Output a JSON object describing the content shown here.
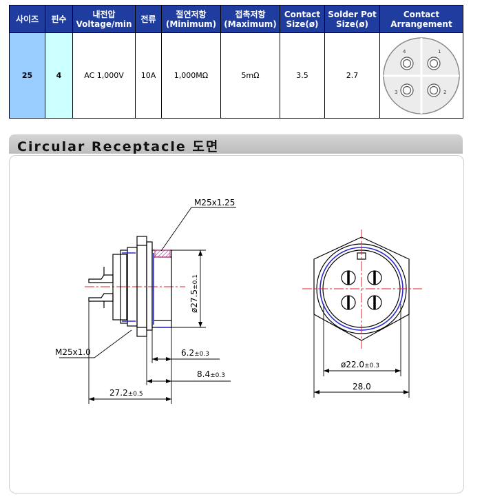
{
  "table": {
    "headers": [
      {
        "l1": "사이즈",
        "l2": ""
      },
      {
        "l1": "핀수",
        "l2": ""
      },
      {
        "l1": "내전압",
        "l2": "Voltage/min"
      },
      {
        "l1": "전류",
        "l2": ""
      },
      {
        "l1": "절연저항",
        "l2": "(Minimum)"
      },
      {
        "l1": "접촉저항",
        "l2": "(Maximum)"
      },
      {
        "l1": "Contact",
        "l2": "Size(ø)"
      },
      {
        "l1": "Solder Pot",
        "l2": "Size(ø)"
      },
      {
        "l1": "Contact",
        "l2": "Arrangement"
      }
    ],
    "row": {
      "size": "25",
      "pins": "4",
      "voltage": "AC 1,000V",
      "current": "10A",
      "insulation": "1,000MΩ",
      "contact_resistance": "5mΩ",
      "contact_size": "3.5",
      "solder_pot_size": "2.7"
    },
    "arrangement_labels": [
      "1",
      "2",
      "3",
      "4"
    ]
  },
  "section_title": "Circular Receptacle 도면",
  "drawing": {
    "dims": {
      "thread_top": "M25x1.25",
      "thread_bottom": "M25x1.0",
      "dia_27_5": "ø27.5",
      "dia_27_5_tol": "±0.1",
      "len_6_2": "6.2",
      "len_6_2_tol": "±0.3",
      "len_8_4": "8.4",
      "len_8_4_tol": "±0.3",
      "len_27_2": "27.2",
      "len_27_2_tol": "±0.5",
      "dia_22": "ø22.0",
      "dia_22_tol": "±0.3",
      "hex_28": "28.0"
    }
  },
  "colors": {
    "header_bg": "#1f3d9e",
    "size_cell": "#99ccff",
    "pins_cell": "#ccffff",
    "center_line": "#e8202a",
    "accent_blue": "#2a2ad0",
    "accent_magenta": "#c0208a"
  }
}
